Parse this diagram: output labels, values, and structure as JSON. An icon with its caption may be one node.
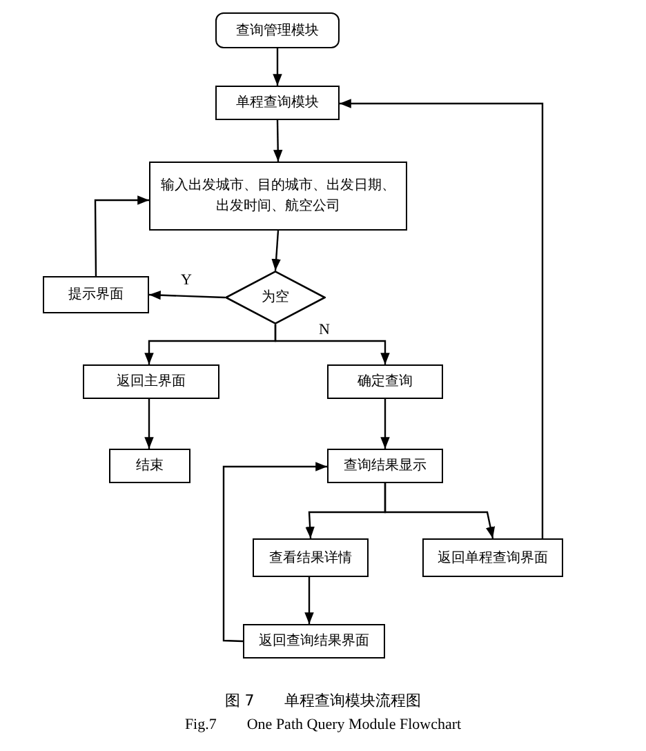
{
  "diagram": {
    "caption": "图 7　　单程查询模块流程图",
    "nodes": [
      {
        "text": [
          "查询管理模块"
        ]
      },
      {
        "text": [
          "单程查询模块"
        ]
      },
      {
        "text": [
          "输入出发城市、目的城市、出发日期、出发时间、航空公司"
        ]
      },
      {
        "text": [
          "为空"
        ]
      },
      {
        "text": [
          "提示界面"
        ]
      },
      {
        "text": [
          "返回主界面"
        ]
      },
      {
        "text": [
          "确定查询"
        ]
      },
      {
        "text": [
          "结束"
        ]
      },
      {
        "text": [
          "查询结果显示"
        ]
      },
      {
        "text": [
          "查看结果详情"
        ]
      },
      {
        "text": [
          "返回单程查询界面"
        ]
      },
      {
        "text": [
          "返回查询结果界面"
        ]
      }
    ],
    "edges": [
      {
        "from": 0,
        "to": 1,
        "arrow": "to"
      },
      {
        "from": 1,
        "to": 2,
        "arrow": "to"
      },
      {
        "from": 2,
        "to": 3,
        "arrow": "to"
      },
      {
        "from": 3,
        "to": 4,
        "arrow": "to",
        "label": "Y"
      },
      {
        "from": 4,
        "to": 2,
        "arrow": "to"
      },
      {
        "from": 3,
        "to": 5,
        "arrow": "to"
      },
      {
        "from": 3,
        "to": 6,
        "arrow": "to",
        "label": "N"
      },
      {
        "from": 5,
        "to": 7,
        "arrow": "to"
      },
      {
        "from": 6,
        "to": 8,
        "arrow": "to"
      },
      {
        "from": 8,
        "to": 9,
        "arrow": "to"
      },
      {
        "from": 8,
        "to": 10,
        "arrow": "to"
      },
      {
        "from": 9,
        "to": 11,
        "arrow": "to"
      },
      {
        "from": 11,
        "to": 8,
        "arrow": "to"
      },
      {
        "from": 10,
        "to": 1,
        "arrow": "to"
      }
    ],
    "labels": [
      "Fig.7　　One Path Query Module Flowchart"
    ]
  }
}
